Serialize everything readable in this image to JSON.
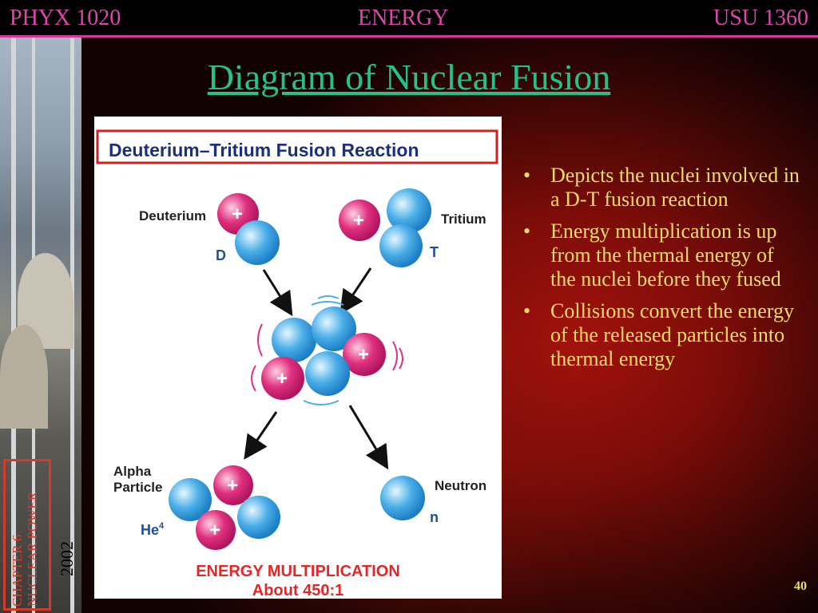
{
  "header": {
    "left": "PHYX 1020",
    "center": "ENERGY",
    "right": "USU 1360"
  },
  "title": "Diagram of Nuclear Fusion",
  "diagram": {
    "heading": "Deuterium–Tritium Fusion Reaction",
    "labels": {
      "deuterium": "Deuterium",
      "d": "D",
      "tritium": "Tritium",
      "t": "T",
      "alpha_line1": "Alpha",
      "alpha_line2": "Particle",
      "he": "He",
      "he_sup": "4",
      "neutron": "Neutron",
      "n": "n",
      "plus": "+"
    },
    "footer_line1": "ENERGY MULTIPLICATION",
    "footer_line2": "About 450:1"
  },
  "bullets": [
    "Depicts the nuclei involved in a D-T fusion reaction",
    "Energy multiplication is up from the thermal energy of the nuclei before they fused",
    "Collisions convert the energy of the released particles into thermal energy"
  ],
  "bullet_glyph": "•",
  "side": {
    "chapter_line1": "CHAPTER 6",
    "chapter_line2": "NUCLEAR POWER",
    "year": "2002"
  },
  "page_number": "40",
  "colors": {
    "header_text": "#d94aa8",
    "title": "#27c08a",
    "bullet_text": "#f6dc6b",
    "proton": "#e0307e",
    "neutron": "#4aaee8",
    "diagram_heading": "#1c2f7a",
    "diagram_footer": "#e02828"
  }
}
